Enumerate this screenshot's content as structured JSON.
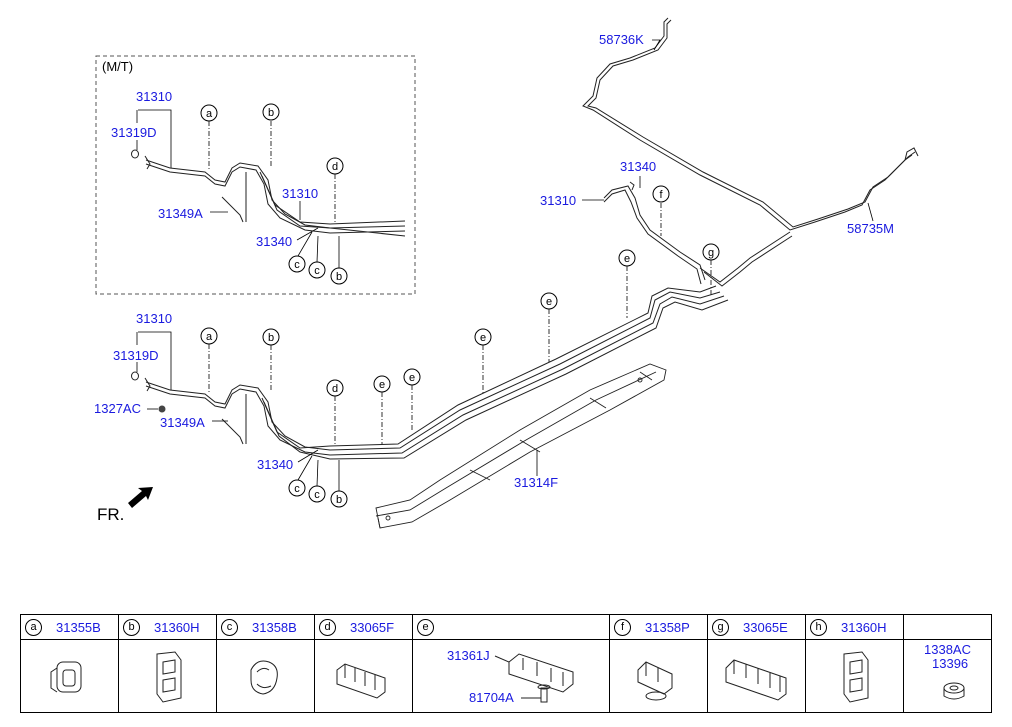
{
  "labels": {
    "mt": "(M/T)",
    "fr": "FR.",
    "mt_31310_top": "31310",
    "mt_31319D": "31319D",
    "mt_31349A": "31349A",
    "mt_31310_mid": "31310",
    "mt_31340": "31340",
    "p58736K": "58736K",
    "p58735M": "58735M",
    "p31340_rear": "31340",
    "p31310_rear": "31310",
    "main_31310": "31310",
    "main_31319D": "31319D",
    "main_1327AC": "1327AC",
    "main_31349A": "31349A",
    "main_31340": "31340",
    "p31314F": "31314F"
  },
  "callouts": {
    "mt_a": "a",
    "mt_b": "b",
    "mt_d": "d",
    "mt_c1": "c",
    "mt_c2": "c",
    "mt_b2": "b",
    "r_f": "f",
    "r_g": "g",
    "r_e1": "e",
    "r_e2": "e",
    "r_e3": "e",
    "m_a": "a",
    "m_b": "b",
    "m_d": "d",
    "m_e1": "e",
    "m_e2": "e",
    "m_c1": "c",
    "m_c2": "c",
    "m_b2": "b"
  },
  "legend": [
    {
      "letter": "a",
      "part": "31355B",
      "icon": "clip-a-icon"
    },
    {
      "letter": "b",
      "part": "31360H",
      "icon": "clip-b-icon"
    },
    {
      "letter": "c",
      "part": "31358B",
      "icon": "clip-c-icon"
    },
    {
      "letter": "d",
      "part": "33065F",
      "icon": "clip-d-icon"
    },
    {
      "letter": "e",
      "part": "",
      "icon": "clip-e-icon",
      "sub1": "31361J",
      "sub2": "81704A"
    },
    {
      "letter": "f",
      "part": "31358P",
      "icon": "clip-f-icon"
    },
    {
      "letter": "g",
      "part": "33065E",
      "icon": "clip-g-icon"
    },
    {
      "letter": "h",
      "part": "31360H",
      "icon": "clip-h-icon"
    },
    {
      "letter": "",
      "part": "",
      "icon": "nut-icon",
      "sub1": "1338AC",
      "sub2": "13396"
    }
  ]
}
